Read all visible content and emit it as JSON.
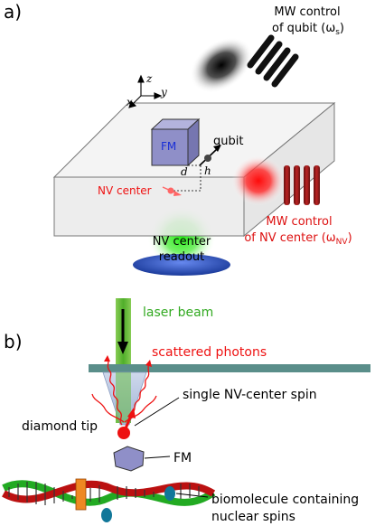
{
  "panel_a": {
    "label": "a)",
    "axes": {
      "z": "z",
      "x": "x",
      "y": "y"
    },
    "mw_qubit": {
      "line1": "MW control",
      "line2_pre": "of qubit (ω",
      "line2_sub": "s",
      "line2_post": ")"
    },
    "fm": "FM",
    "qubit": "qubit",
    "d": "d",
    "h": "h",
    "nv_center": "NV center",
    "readout": {
      "line1": "NV center",
      "line2": "readout"
    },
    "mw_nv": {
      "line1": "MW control",
      "line2_pre": "of NV center (ω",
      "line2_sub": "NV",
      "line2_post": ")"
    },
    "colors": {
      "red": "#ee2222",
      "green": "#33cc22",
      "blue": "#2244aa",
      "fm_fill": "#9999cc"
    }
  },
  "panel_b": {
    "label": "b)",
    "laser_beam": "laser beam",
    "scattered_photons": "scattered photons",
    "single_spin": "single NV-center spin",
    "diamond_tip": "diamond tip",
    "fm": "FM",
    "biomolecule": {
      "line1": "biomolecule containing",
      "line2": "nuclear spins"
    },
    "colors": {
      "plate": "#5a8e8a",
      "laser": "#55bb33",
      "red": "#ee1111"
    }
  }
}
